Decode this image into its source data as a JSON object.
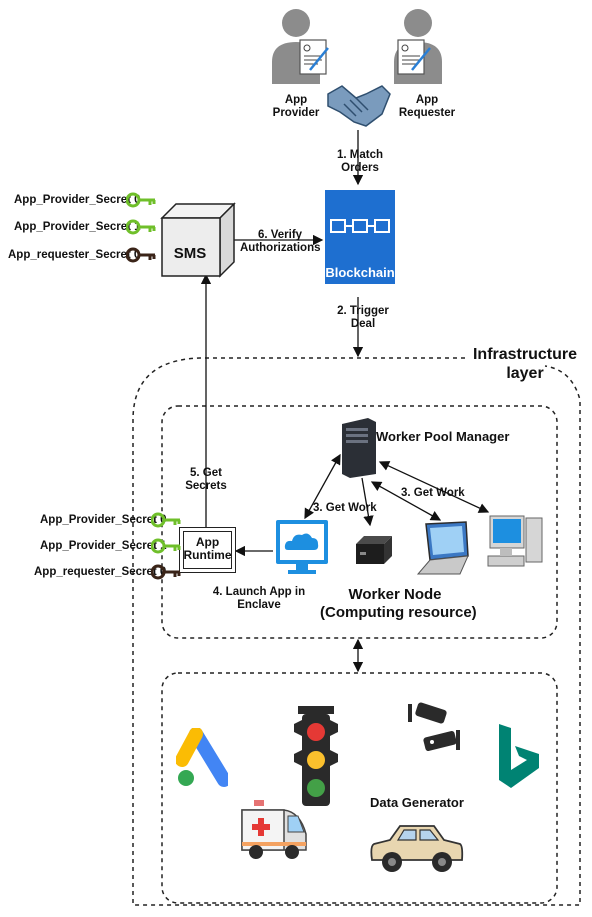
{
  "participants": {
    "provider": "App\nProvider",
    "requester": "App\nRequester"
  },
  "steps": {
    "match": "1. Match\nOrders",
    "trigger": "2. Trigger\nDeal",
    "get_work_left": "3. Get Work",
    "get_work_right": "3. Get Work",
    "launch": "4. Launch App in\nEnclave",
    "get_secrets": "5. Get\nSecrets",
    "verify": "6. Verify\nAuthorizations"
  },
  "nodes": {
    "sms": "SMS",
    "blockchain": "Blockchain",
    "runtime": "App\nRuntime",
    "pool_manager": "Worker Pool Manager",
    "worker_node": "Worker Node\n(Computing resource)",
    "data_generator": "Data Generator",
    "infrastructure": "Infrastructure\nlayer"
  },
  "secrets_top": [
    {
      "label": "App_Provider_Secret 0",
      "key_color": "#6fbf2a"
    },
    {
      "label": "App_Provider_Secret 1",
      "key_color": "#6fbf2a"
    },
    {
      "label": "App_requester_Secret 0",
      "key_color": "#3a2418"
    }
  ],
  "secrets_bottom": [
    {
      "label": "App_Provider_Secret 0",
      "key_color": "#6fbf2a"
    },
    {
      "label": "App_Provider_Secret 1",
      "key_color": "#6fbf2a"
    },
    {
      "label": "App_requester_Secret 0",
      "key_color": "#3a2418"
    }
  ],
  "colors": {
    "blockchain": "#1e6fd0",
    "monitor": "#1d8fe0",
    "key_green": "#6fbf2a",
    "key_brown": "#3a2418"
  }
}
